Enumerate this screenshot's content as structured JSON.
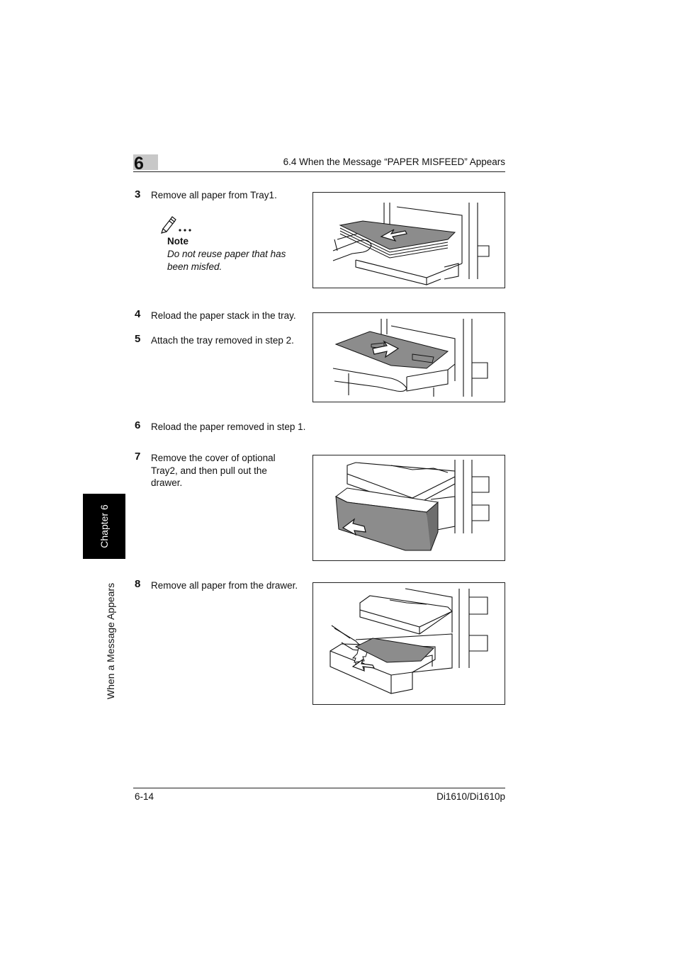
{
  "header": {
    "chapter_number": "6",
    "section_title": "6.4 When the Message “PAPER MISFEED” Appears"
  },
  "steps": [
    {
      "number": "3",
      "lines": [
        "Remove all paper from Tray1."
      ]
    },
    {
      "number": "4",
      "lines": [
        "Reload the paper stack in the tray."
      ]
    },
    {
      "number": "5",
      "lines": [
        "Attach the tray removed in step 2."
      ]
    },
    {
      "number": "6",
      "lines": [
        "Reload the paper removed in step 1."
      ]
    },
    {
      "number": "7",
      "lines": [
        "Remove the cover of optional",
        "Tray2, and then pull out the",
        "drawer."
      ]
    },
    {
      "number": "8",
      "lines": [
        "Remove all paper from the drawer."
      ]
    }
  ],
  "note": {
    "icon": "pencil-note-icon",
    "title": "Note",
    "lines": [
      "Do not reuse paper that has",
      "been misfed."
    ]
  },
  "sidebar": {
    "chapter_label": "Chapter 6",
    "section_label": "When a Message Appears"
  },
  "footer": {
    "page_number": "6-14",
    "model": "Di1610/Di1610p"
  },
  "figures": [
    {
      "name": "figure-remove-paper-tray1",
      "icon": "hand-pulling-paper-illustration"
    },
    {
      "name": "figure-reload-paper-tray",
      "icon": "hand-inserting-paper-illustration"
    },
    {
      "name": "figure-pull-out-tray2",
      "icon": "drawer-pull-illustration"
    },
    {
      "name": "figure-remove-paper-drawer",
      "icon": "hand-removing-paper-illustration"
    }
  ]
}
